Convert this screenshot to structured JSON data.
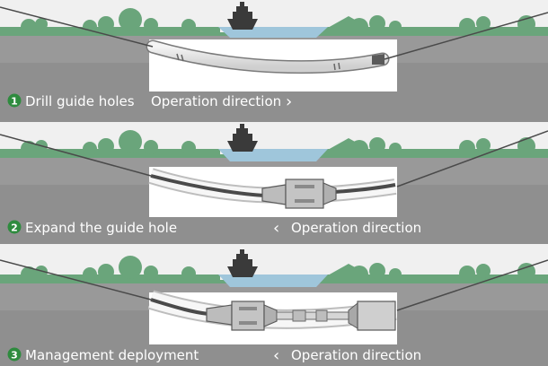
{
  "colors": {
    "sky": "#f0f0f0",
    "green": "#6aa57b",
    "soil": "#8f8f8f",
    "soil_dark": "#7f7f7f",
    "water": "#9fc6db",
    "tunnel": "#ffffff",
    "pipe": "#555555",
    "ship": "#3a3a3a",
    "badge": "#2e8b3e",
    "text": "#ffffff"
  },
  "steps": [
    {
      "number": "1",
      "label": "Drill guide holes",
      "direction_text": "Operation direction",
      "direction_arrow": "›"
    },
    {
      "number": "2",
      "label": "Expand the guide hole",
      "direction_text": "Operation direction",
      "direction_arrow": "‹"
    },
    {
      "number": "3",
      "label": "Management deployment",
      "direction_text": "Operation direction",
      "direction_arrow": "‹"
    }
  ]
}
